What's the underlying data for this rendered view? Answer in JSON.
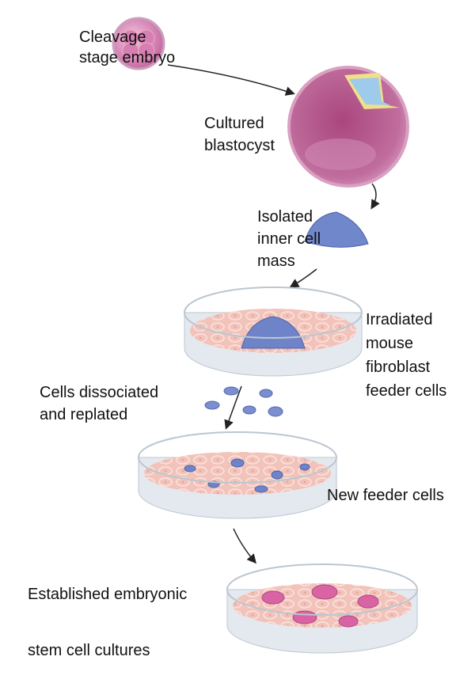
{
  "labels": {
    "cleavage": [
      "Cleavage",
      "stage embryo"
    ],
    "blastocyst": [
      "Cultured",
      "blastocyst"
    ],
    "icm": [
      "Isolated",
      "inner cell",
      "mass"
    ],
    "feeder": [
      "Irradiated",
      "mouse",
      "fibroblast",
      "feeder cells"
    ],
    "dissociated": [
      "Cells dissociated",
      "and replated"
    ],
    "new_feeder": "New feeder cells",
    "established": [
      "Established embryonic",
      "stem cell cultures"
    ]
  },
  "colors": {
    "embryo": "#d986b8",
    "blastocyst": "#b8588f",
    "icm_blue": "#6a7fc6",
    "feeder_pink": "#f0b9b0",
    "es_colony": "#d85ea0",
    "dish": "#e6ecf2"
  }
}
